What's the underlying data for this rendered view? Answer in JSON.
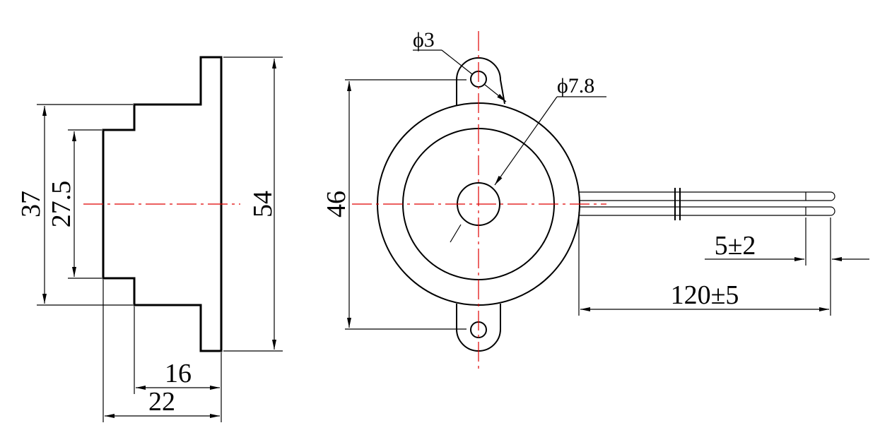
{
  "dimensions": {
    "side_overall_height": "54",
    "side_body_height": "37",
    "side_front_height": "27.5",
    "side_depth_inner": "16",
    "side_depth_total": "22",
    "front_body_diameter": "46",
    "mount_hole": "ϕ3",
    "sound_hole": "ϕ7.8",
    "wire_length": "120±5",
    "wire_strip": "5±2"
  },
  "colors": {
    "line": "#000000",
    "centerline": "#e00000",
    "background": "#ffffff"
  }
}
